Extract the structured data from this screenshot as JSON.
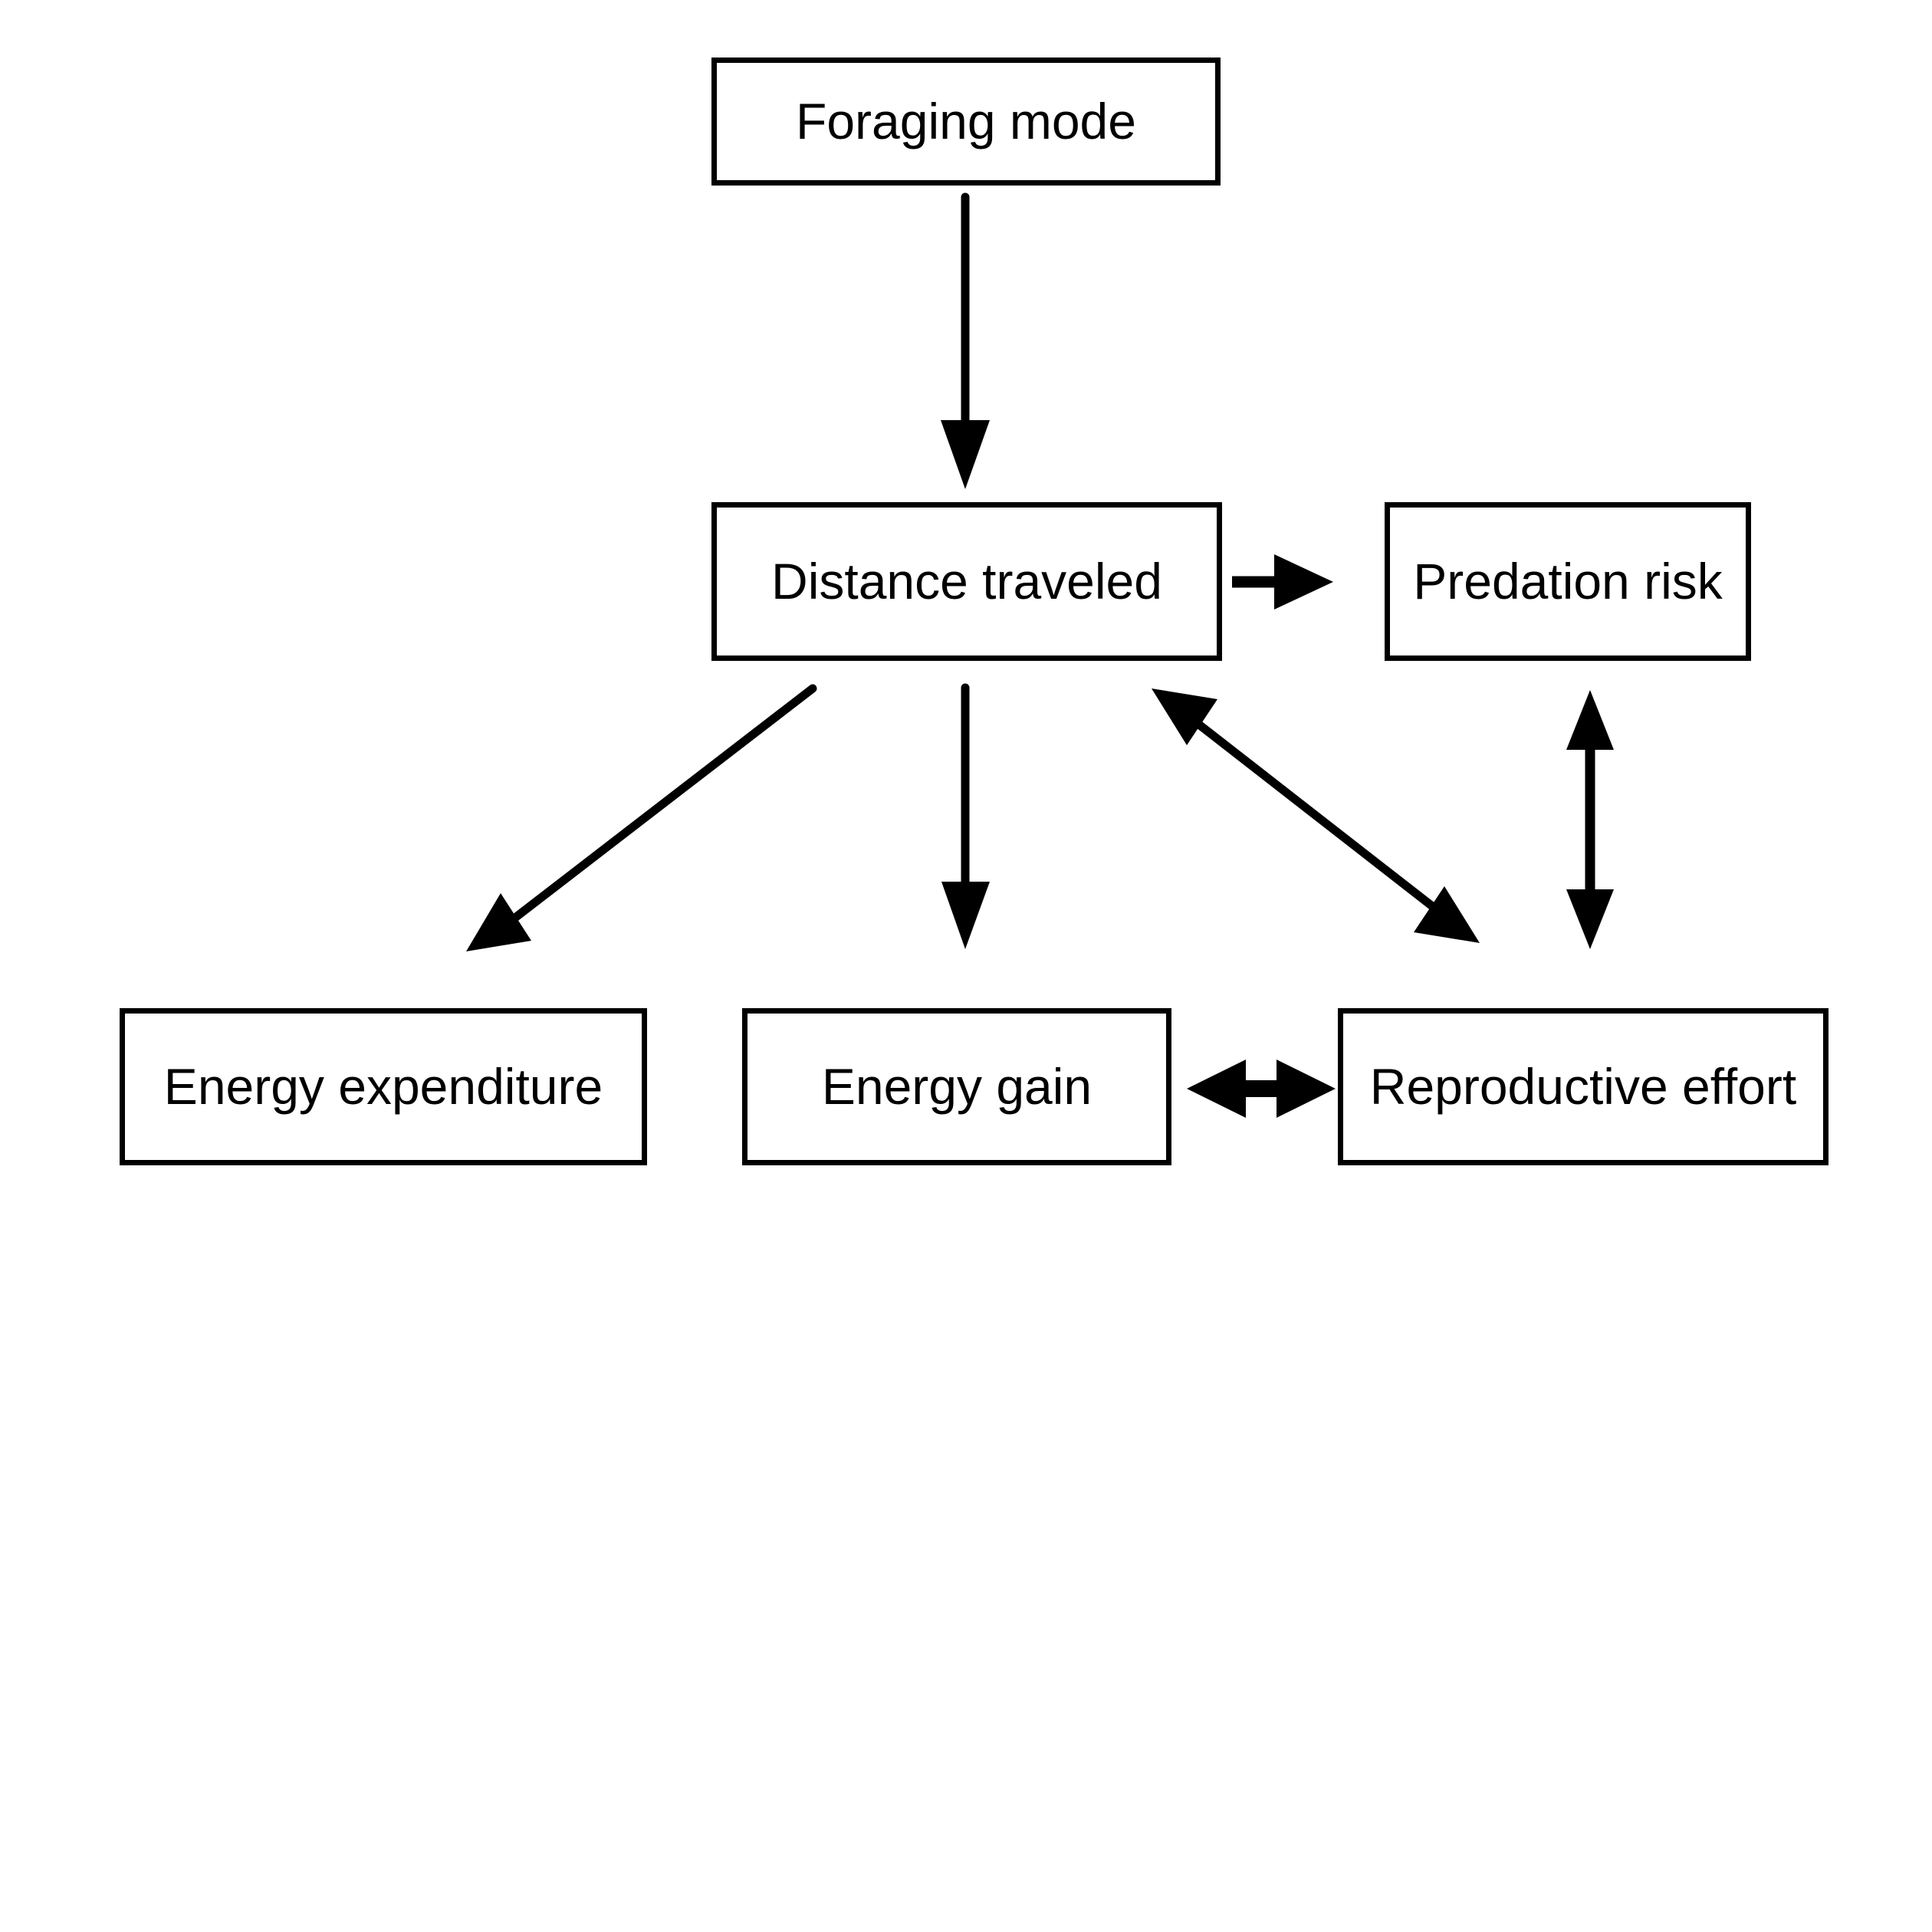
{
  "diagram": {
    "title": "Foraging mode conceptual flow diagram",
    "background_color": "#ffffff",
    "line_color": "#000000",
    "nodes": [
      {
        "id": "foraging-mode",
        "label": "Foraging mode"
      },
      {
        "id": "distance-traveled",
        "label": "Distance traveled"
      },
      {
        "id": "predation-risk",
        "label": "Predation risk"
      },
      {
        "id": "energy-expenditure",
        "label": "Energy expenditure"
      },
      {
        "id": "energy-gain",
        "label": "Energy gain"
      },
      {
        "id": "reproductive-effort",
        "label": "Reproductive effort"
      }
    ],
    "edges": [
      {
        "id": "foraging-to-distance",
        "from": "foraging-mode",
        "to": "distance-traveled",
        "direction": "one-way",
        "orientation": "vertical"
      },
      {
        "id": "distance-to-predation",
        "from": "distance-traveled",
        "to": "predation-risk",
        "direction": "one-way",
        "orientation": "horizontal"
      },
      {
        "id": "distance-to-expenditure",
        "from": "distance-traveled",
        "to": "energy-expenditure",
        "direction": "one-way",
        "orientation": "diagonal-down-left"
      },
      {
        "id": "distance-to-gain",
        "from": "distance-traveled",
        "to": "energy-gain",
        "direction": "one-way",
        "orientation": "vertical"
      },
      {
        "id": "distance-reproductive",
        "from": "distance-traveled",
        "to": "reproductive-effort",
        "direction": "two-way",
        "orientation": "diagonal-down-right"
      },
      {
        "id": "predation-reproductive",
        "from": "predation-risk",
        "to": "reproductive-effort",
        "direction": "two-way",
        "orientation": "vertical"
      },
      {
        "id": "gain-reproductive",
        "from": "energy-gain",
        "to": "reproductive-effort",
        "direction": "two-way",
        "orientation": "horizontal"
      }
    ]
  }
}
